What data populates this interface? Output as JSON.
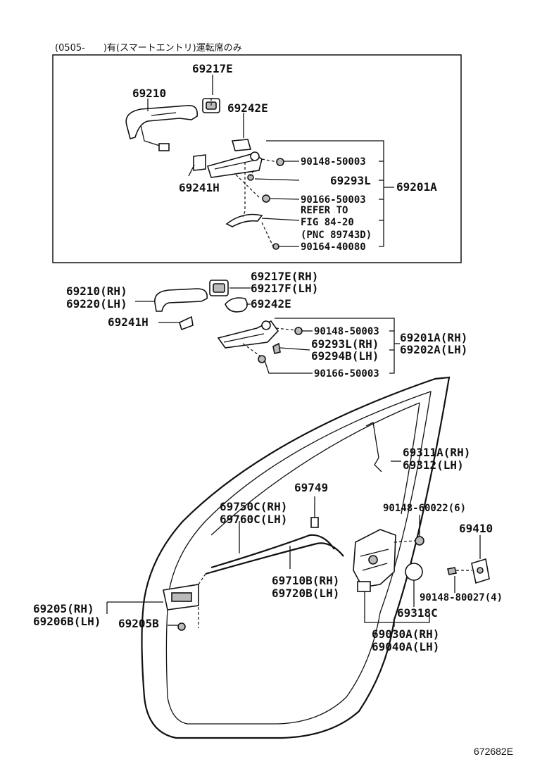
{
  "header_note": "(0505-　　)有(スマートエントリ)運転席のみ",
  "inset": {
    "labels": {
      "p69217E": "69217E",
      "p69210": "69210",
      "p69242E": "69242E",
      "p90148_50003": "90148-50003",
      "p69293L": "69293L",
      "p69201A": "69201A",
      "p69241H": "69241H",
      "p90166_50003": "90166-50003",
      "refer_to": "REFER TO",
      "fig": "FIG 84-20",
      "pnc": "(PNC 89743D)",
      "p90164_40080": "90164-40080"
    }
  },
  "main": {
    "labels": {
      "p69217E_rh": "69217E(RH)",
      "p69217F_lh": "69217F(LH)",
      "p69210_rh": "69210(RH)",
      "p69220_lh": "69220(LH)",
      "p69242E": "69242E",
      "p69241H": "69241H",
      "p90148_50003": "90148-50003",
      "p69293L_rh": "69293L(RH)",
      "p69294B_lh": "69294B(LH)",
      "p69201A_rh": "69201A(RH)",
      "p69202A_lh": "69202A(LH)",
      "p90166_50003": "90166-50003",
      "p69311A_rh": "69311A(RH)",
      "p69312_lh": "69312(LH)",
      "p69749": "69749",
      "p90148_60022": "90148-60022(6)",
      "p69750C_rh": "69750C(RH)",
      "p69760C_lh": "69760C(LH)",
      "p69410": "69410",
      "p69710B_rh": "69710B(RH)",
      "p69720B_lh": "69720B(LH)",
      "p90148_80027": "90148-80027(4)",
      "p69205_rh": "69205(RH)",
      "p69206B_lh": "69206B(LH)",
      "p69205B": "69205B",
      "p69318C": "69318C",
      "p69030A_rh": "69030A(RH)",
      "p69040A_lh": "69040A(LH)"
    }
  },
  "figure_id": "672682E"
}
